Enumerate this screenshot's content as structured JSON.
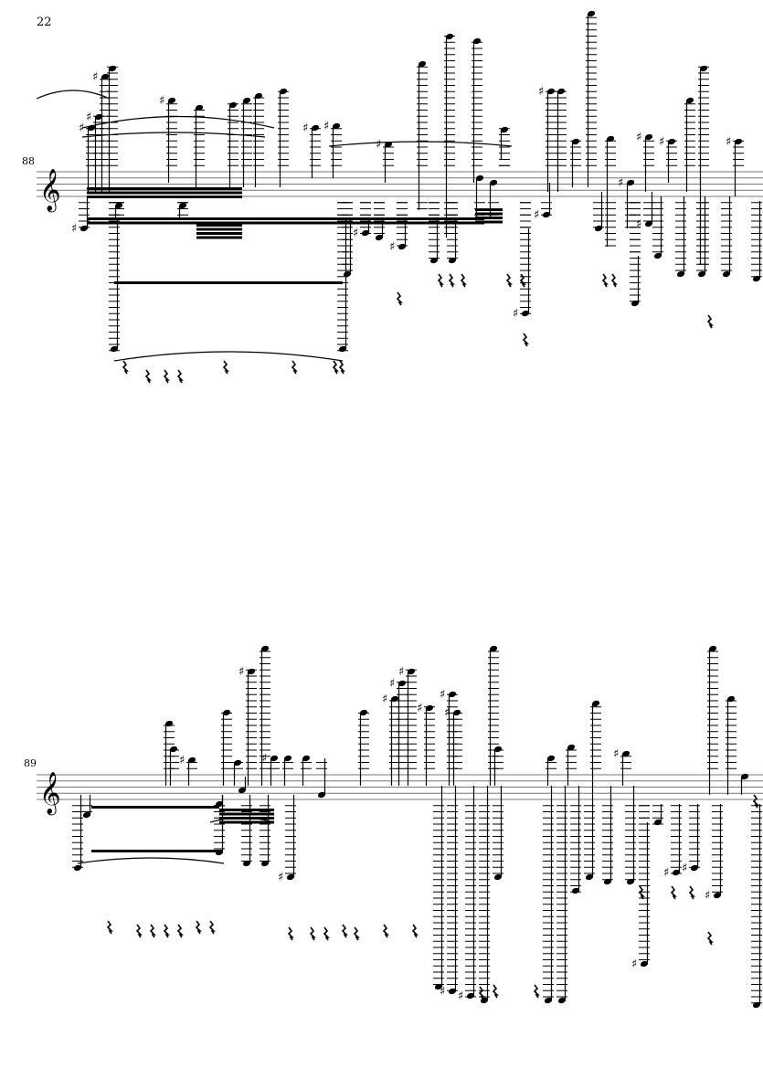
{
  "page": {
    "number": "22"
  },
  "systems": [
    {
      "measure_number": "88",
      "clef": "treble"
    },
    {
      "measure_number": "89",
      "clef": "treble"
    }
  ],
  "colors": {
    "ink": "#000000",
    "staff": "#777777"
  }
}
